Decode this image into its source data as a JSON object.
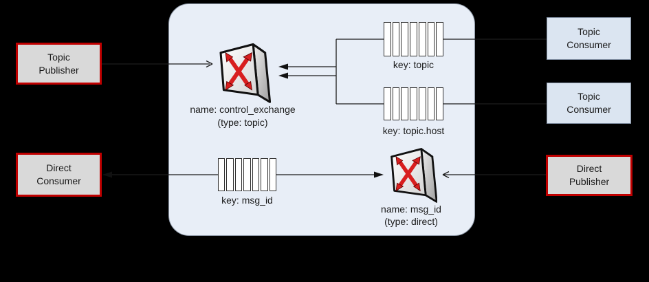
{
  "nodes": {
    "topic_publisher": {
      "label": "Topic\nPublisher"
    },
    "direct_consumer": {
      "label": "Direct\nConsumer"
    },
    "topic_consumer_1": {
      "label": "Topic\nConsumer"
    },
    "topic_consumer_2": {
      "label": "Topic\nConsumer"
    },
    "direct_publisher": {
      "label": "Direct\nPublisher"
    }
  },
  "queues": {
    "topic": {
      "label": "key: topic",
      "cells": 7
    },
    "topic_host": {
      "label": "key: topic.host",
      "cells": 7
    },
    "msg_id": {
      "label": "key: msg_id",
      "cells": 7
    }
  },
  "exchanges": {
    "control": {
      "name_label": "name: control_exchange",
      "type_label": "(type: topic)"
    },
    "direct": {
      "name_label": "name: msg_id",
      "type_label": "(type: direct)"
    }
  },
  "colors": {
    "background": "#000000",
    "panel_fill": "#e8eef7",
    "panel_border": "#8e99a8",
    "consumer_fill": "#dbe5f1",
    "publisher_fill": "#d9d9d9",
    "publisher_border": "#c00000",
    "line": "#1c1c1c",
    "arrow_red": "#d81e1e"
  }
}
